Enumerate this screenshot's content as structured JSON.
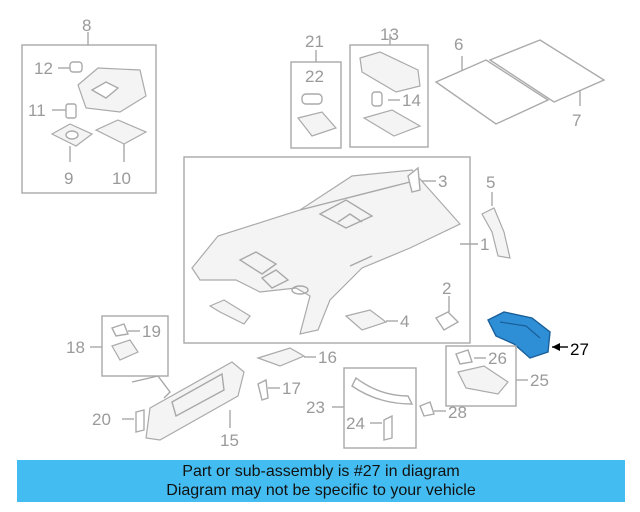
{
  "diagram": {
    "callouts": [
      "8",
      "12",
      "11",
      "9",
      "10",
      "21",
      "22",
      "13",
      "14",
      "6",
      "7",
      "3",
      "5",
      "1",
      "2",
      "4",
      "27",
      "19",
      "18",
      "16",
      "17",
      "20",
      "15",
      "23",
      "24",
      "26",
      "25",
      "28"
    ],
    "highlight_callout": "27",
    "highlight_color": "#2f8fd6"
  },
  "banner": {
    "line1": "Part or sub-assembly is #27 in diagram",
    "line2": "Diagram may not be specific to your vehicle",
    "color": "#43bdf1"
  }
}
